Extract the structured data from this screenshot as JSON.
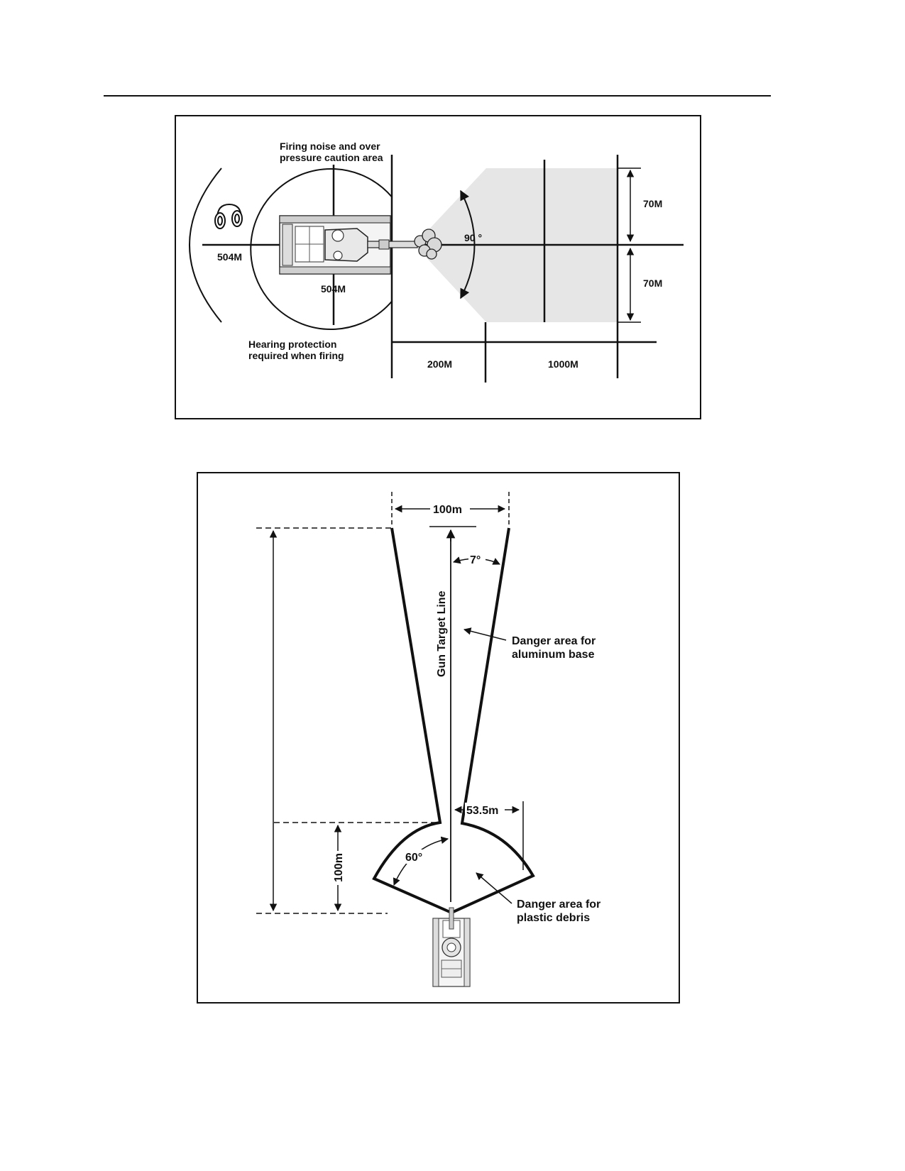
{
  "figure1": {
    "caution_label": [
      "Firing noise and over",
      "pressure caution area"
    ],
    "hearing_label": [
      "Hearing protection",
      "required when firing"
    ],
    "outer_radius_label": "504M",
    "circle_radius_label": "504M",
    "angle_label": "90 °",
    "upper_width_label": "70M",
    "lower_width_label": "70M",
    "near_distance_label": "200M",
    "far_distance_label": "1000M",
    "icons": [
      "headphones-icon",
      "tank-top-view-icon",
      "muzzle-smoke-icon"
    ],
    "colors": {
      "danger_fill": "#e6e6e6",
      "line": "#111111"
    }
  },
  "figure2": {
    "top_width_label": "100m",
    "angle_small_label": "7°",
    "axis_label": "Gun Target Line",
    "aluminum_label": [
      "Danger area for",
      "aluminum base"
    ],
    "offset_label": "53.5m",
    "angle_large_label": "60°",
    "fan_depth_label": "100m",
    "plastic_label": [
      "Danger area for",
      "plastic debris"
    ],
    "icons": [
      "tank-front-view-icon"
    ]
  }
}
